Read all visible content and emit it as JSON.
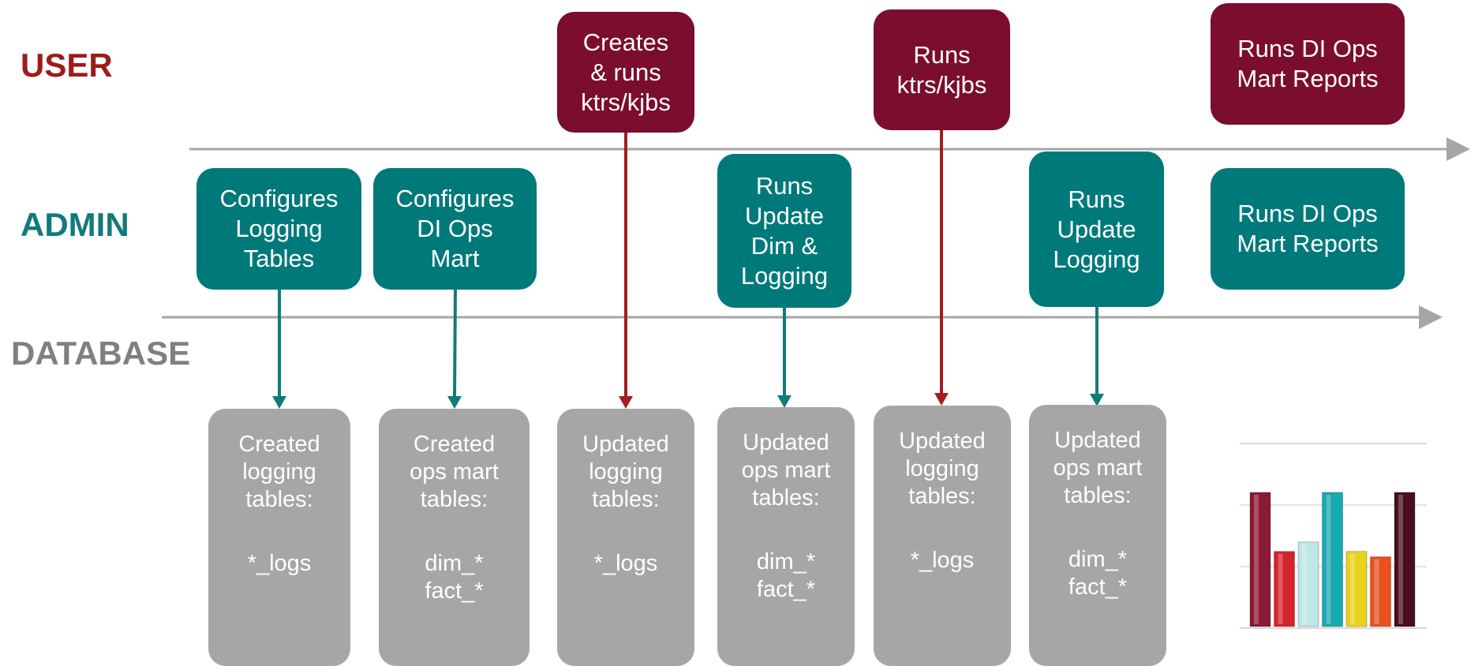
{
  "lanes": {
    "user": "USER",
    "admin": "ADMIN",
    "database": "DATABASE"
  },
  "colors": {
    "user": "#7b0d2e",
    "admin": "#00797a",
    "database": "#a6a6a6",
    "user_lane_label": "#9c1b1b",
    "admin_lane_label": "#127a7a",
    "db_lane_label": "#808080",
    "timeline": "#a6a6a6",
    "user_arrow": "#a41e1e",
    "admin_arrow": "#127a7a"
  },
  "user_actions": [
    "Creates\n& runs\nktrs/kjbs",
    "Runs\nktrs/kjbs",
    "Runs DI Ops\nMart Reports"
  ],
  "admin_actions": [
    "Configures\nLogging\nTables",
    "Configures\nDI Ops\nMart",
    "Runs\nUpdate\nDim &\nLogging",
    "Runs\nUpdate\nLogging",
    "Runs DI Ops\nMart Reports"
  ],
  "database_boxes": [
    {
      "title": "Created\nlogging\ntables:",
      "items": "*_logs"
    },
    {
      "title": "Created\nops mart\ntables:",
      "items": "dim_*\nfact_*"
    },
    {
      "title": "Updated\nlogging\ntables:",
      "items": "*_logs"
    },
    {
      "title": "Updated\nops mart\ntables:",
      "items": "dim_*\nfact_*"
    },
    {
      "title": "Updated\nlogging\ntables:",
      "items": "*_logs"
    },
    {
      "title": "Updated\nops mart\ntables:",
      "items": "dim_*\nfact_*"
    }
  ],
  "report_chart_icon": {
    "bars": [
      {
        "value": 1.0,
        "color": "#8b1a35"
      },
      {
        "value": 0.56,
        "color": "#d4232a"
      },
      {
        "value": 0.63,
        "color": "#bfe6e8"
      },
      {
        "value": 1.0,
        "color": "#17a9b1"
      },
      {
        "value": 0.56,
        "color": "#e8d21e"
      },
      {
        "value": 0.52,
        "color": "#e8501f"
      },
      {
        "value": 1.0,
        "color": "#4a0e1d"
      }
    ]
  }
}
